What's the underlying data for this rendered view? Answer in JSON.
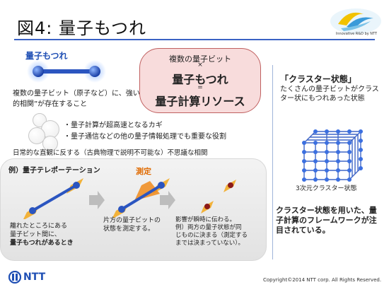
{
  "header": {
    "title": "図4:  量子もつれ",
    "logo_text": "Innovative R&D by NTT"
  },
  "left": {
    "entanglement_label": "量子もつれ",
    "description": "複数の量子ビット（原子など）に、強い“量子的相関”が存在すること",
    "bullets": [
      "・量子計算が超高速となるカギ",
      "・量子通信などの他の量子情報処理でも重要な役割"
    ]
  },
  "center_box": {
    "line1": "複数の量子ビット",
    "line2": "×",
    "line3": "量子もつれ",
    "line4": "=",
    "line5": "量子計算リソース"
  },
  "example": {
    "caption": "日常的な直観に反する（古典物理で説明不可能な）不思議な相関",
    "label": "例）量子テレポーテーション",
    "measure": "測定",
    "step1": [
      "離れたところにある",
      "量子ビット間に、",
      "量子もつれがあるとき"
    ],
    "step2": [
      "片方の量子ビットの",
      "状態を測定する。"
    ],
    "step3": [
      "影響が瞬時に伝わる。",
      "例）両方の量子状態が同",
      "じものに決まる（測定する",
      "までは決まっていない）。"
    ]
  },
  "right": {
    "cluster_title": "「クラスター状態」",
    "cluster_desc": "たくさんの量子ビットがクラスター状にもつれあった状態",
    "cube_caption": "3次元クラスター状態",
    "bottom_text": "クラスター状態を用いた、量子計算のフレームワークが注目されている。"
  },
  "footer": {
    "brand": "NTT",
    "copyright": "Copyright©2014  NTT corp. All Rights Reserved."
  },
  "colors": {
    "accent_blue": "#1f4fb4",
    "box_pink": "#f8dcdc",
    "measure_orange": "#e06a00"
  }
}
